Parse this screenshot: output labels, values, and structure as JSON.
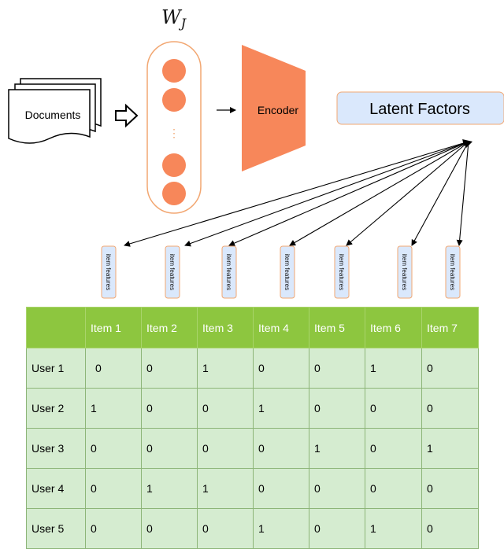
{
  "documents_label": "Documents",
  "weight_label": "W",
  "weight_subscript": "J",
  "encoder_label": "Encoder",
  "latent_factors_label": "Latent Factors",
  "vector_ellipsis": "⋮",
  "item_features": [
    "item features",
    "item features",
    "item features",
    "item features",
    "item features",
    "item features",
    "item features"
  ],
  "matrix": {
    "headers": [
      "",
      "Item 1",
      "Item 2",
      "Item 3",
      "Item 4",
      "Item 5",
      "Item 6",
      "Item 7"
    ],
    "rows": [
      {
        "user": "User 1",
        "values": [
          "0",
          "0",
          "1",
          "0",
          "0",
          "1",
          "0"
        ]
      },
      {
        "user": "User 2",
        "values": [
          "1",
          "0",
          "0",
          "1",
          "0",
          "0",
          "0"
        ]
      },
      {
        "user": "User 3",
        "values": [
          "0",
          "0",
          "0",
          "0",
          "1",
          "0",
          "1"
        ]
      },
      {
        "user": "User 4",
        "values": [
          "0",
          "1",
          "1",
          "0",
          "0",
          "0",
          "0"
        ]
      },
      {
        "user": "User 5",
        "values": [
          "0",
          "0",
          "0",
          "1",
          "0",
          "1",
          "0"
        ]
      }
    ]
  },
  "colors": {
    "orange": "#f7875a",
    "orange_light": "#f2a772",
    "blue_box": "#dae8fc",
    "header_green": "#8dc63f",
    "cell_green": "#d5ecd0"
  }
}
